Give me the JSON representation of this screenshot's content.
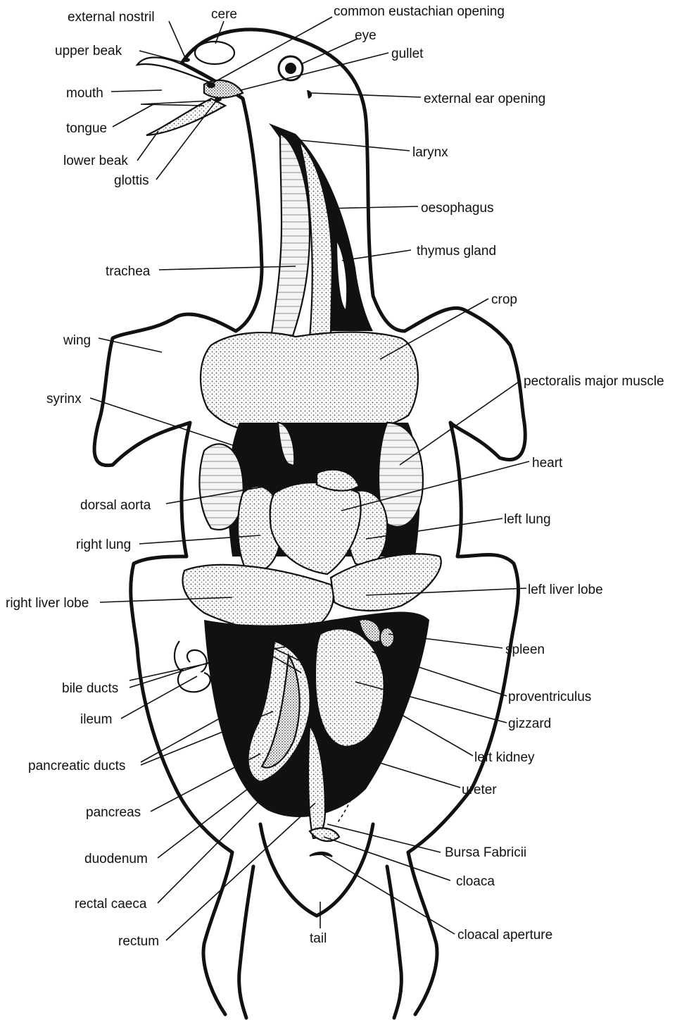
{
  "colors": {
    "ink": "#111111",
    "paper": "#ffffff",
    "stipple": "#e4e4e4",
    "cavity": "#111111"
  },
  "labels": {
    "external_nostril": "external nostril",
    "cere": "cere",
    "common_eustachian_opening": "common eustachian opening",
    "eye": "eye",
    "gullet": "gullet",
    "upper_beak": "upper beak",
    "mouth": "mouth",
    "external_ear_opening": "external ear opening",
    "tongue": "tongue",
    "lower_beak": "lower beak",
    "glottis": "glottis",
    "larynx": "larynx",
    "oesophagus": "oesophagus",
    "thymus_gland": "thymus gland",
    "trachea": "trachea",
    "crop": "crop",
    "wing": "wing",
    "pectoralis_major_muscle": "pectoralis major muscle",
    "syrinx": "syrinx",
    "heart": "heart",
    "dorsal_aorta": "dorsal aorta",
    "left_lung": "left lung",
    "right_lung": "right lung",
    "right_liver_lobe": "right liver lobe",
    "left_liver_lobe": "left liver lobe",
    "spleen": "spleen",
    "bile_ducts": "bile ducts",
    "proventriculus": "proventriculus",
    "ileum": "ileum",
    "gizzard": "gizzard",
    "left_kidney": "left kidney",
    "pancreatic_ducts": "pancreatic ducts",
    "ureter": "ureter",
    "pancreas": "pancreas",
    "bursa_fabricii": "Bursa Fabricii",
    "duodenum": "duodenum",
    "cloaca": "cloaca",
    "rectal_caeca": "rectal caeca",
    "cloacal_aperture": "cloacal aperture",
    "rectum": "rectum",
    "tail": "tail"
  }
}
